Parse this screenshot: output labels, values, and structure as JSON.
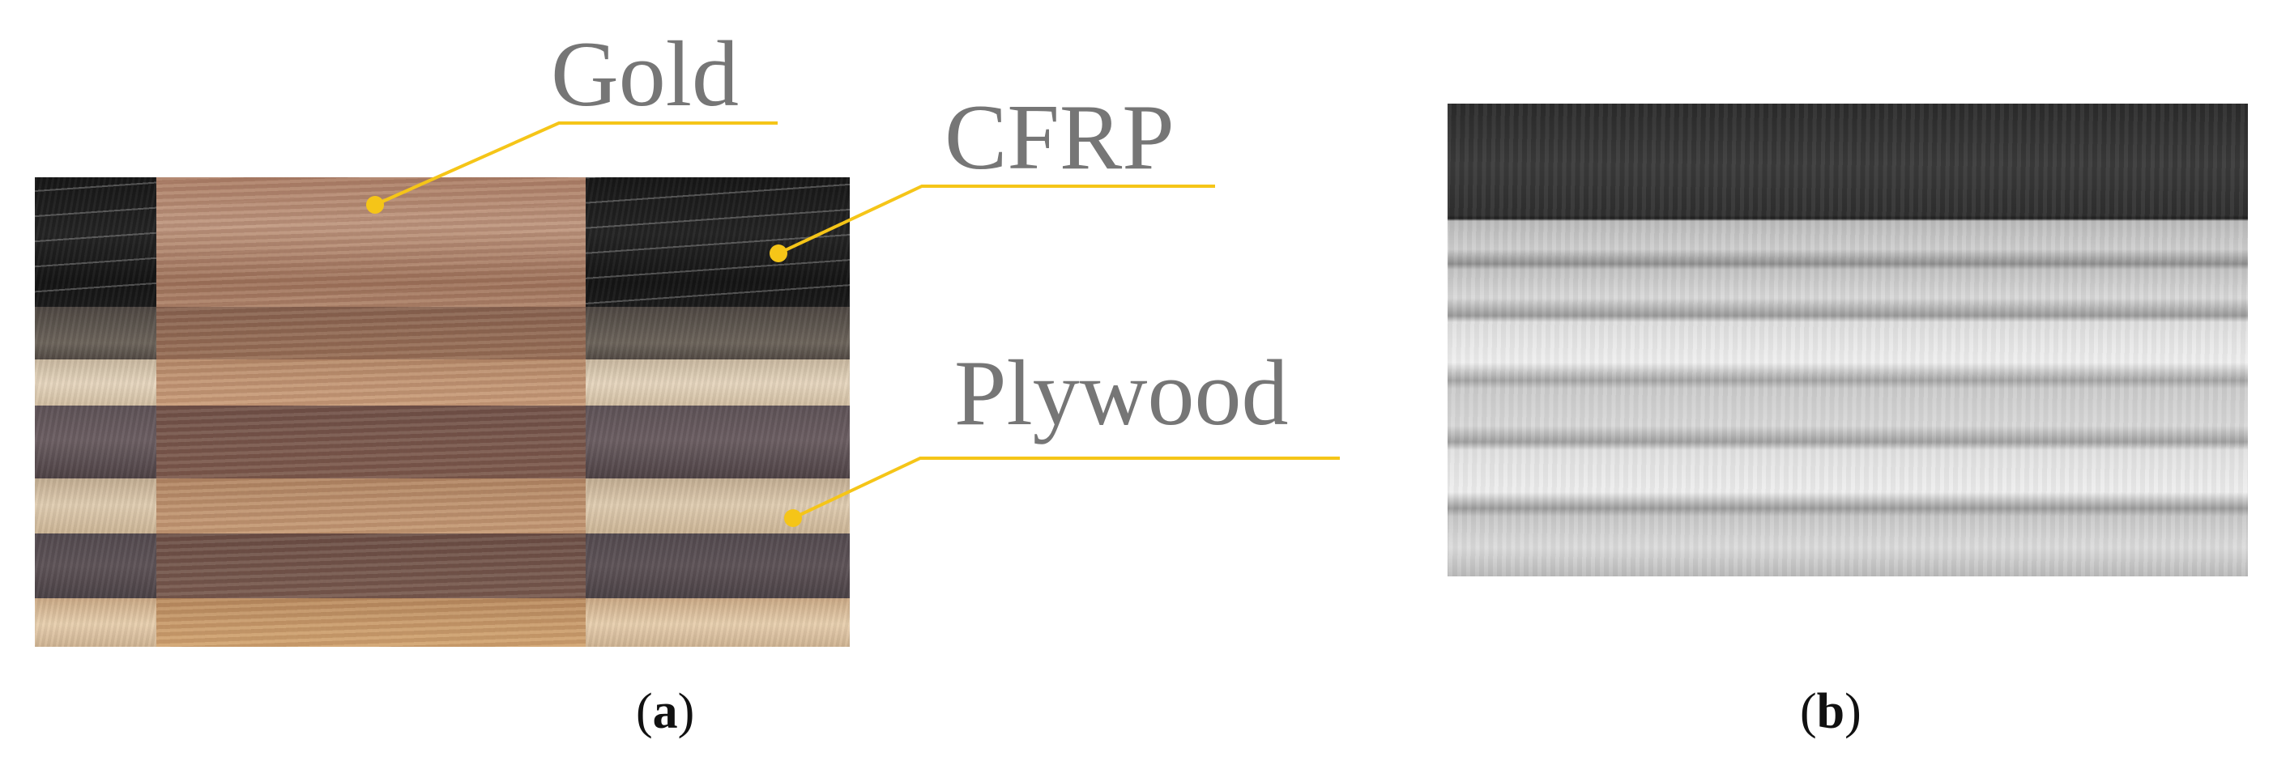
{
  "panel_a": {
    "callouts": {
      "gold": "Gold",
      "cfrp": "CFRP",
      "plywood": "Plywood"
    },
    "label": {
      "open": "(",
      "letter": "a",
      "close": ")"
    }
  },
  "panel_b": {
    "label": {
      "open": "(",
      "letter": "b",
      "close": ")"
    }
  },
  "colors": {
    "callout_text": "#767676",
    "leader_line": "#f5c518"
  }
}
